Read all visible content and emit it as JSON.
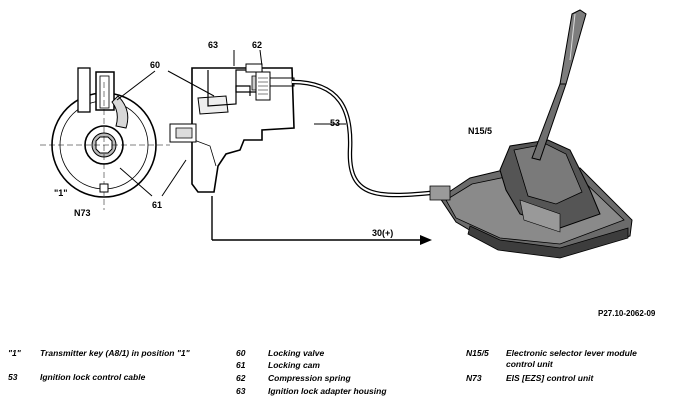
{
  "callouts": {
    "c60": "60",
    "c63": "63",
    "c62": "62",
    "c53": "53",
    "c61": "61",
    "c1": "\"1\"",
    "cN73": "N73",
    "cN155": "N15/5",
    "c30": "30(+)"
  },
  "reference": "P27.10-2062-09",
  "legend": {
    "col1": [
      {
        "code": "\"1\"",
        "desc": "Transmitter key (A8/1) in position \"1\""
      },
      {
        "code": "53",
        "desc": "Ignition lock control cable"
      }
    ],
    "col2": [
      {
        "code": "60",
        "desc": "Locking valve"
      },
      {
        "code": "61",
        "desc": "Locking cam"
      },
      {
        "code": "62",
        "desc": "Compression spring"
      },
      {
        "code": "63",
        "desc": "Ignition lock adapter housing"
      }
    ],
    "col3": [
      {
        "code": "N15/5",
        "desc": "Electronic selector lever module control unit"
      },
      {
        "code": "N73",
        "desc": "EIS [EZS] control unit"
      }
    ]
  }
}
